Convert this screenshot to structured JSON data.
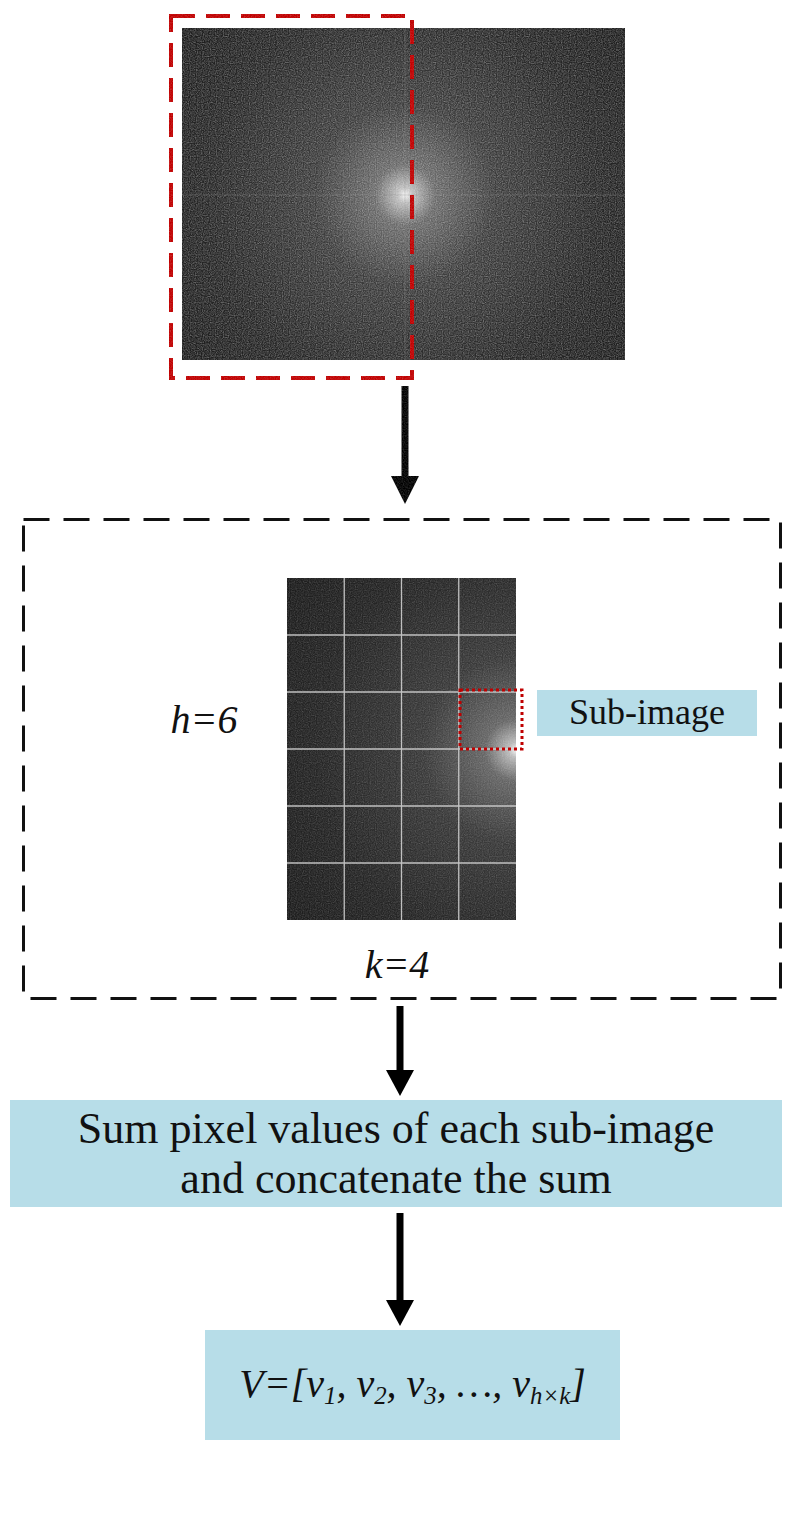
{
  "diagram": {
    "nodes": [
      {
        "text": [
          "h=6",
          "k=4"
        ]
      },
      {
        "text": [
          "Sub-image"
        ],
        "in": 0
      },
      {
        "text": [
          "Sum pixel values of each sub-image and concatenate the sum"
        ]
      },
      {
        "text": [
          "V=[v1, v2, v3, …, vh×k]"
        ]
      }
    ],
    "edges": [
      {
        "from": 0,
        "to": 2,
        "arrow": "to"
      },
      {
        "from": 2,
        "to": 3,
        "arrow": "to"
      }
    ]
  }
}
